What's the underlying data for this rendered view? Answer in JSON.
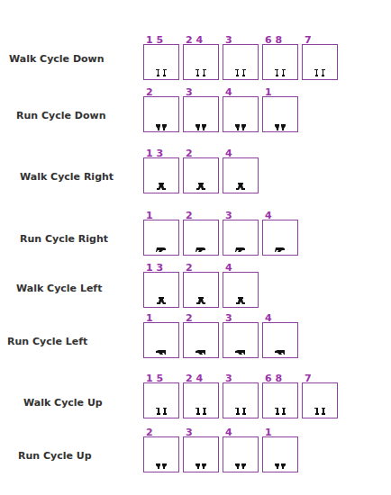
{
  "diagram": {
    "nodes": [
      {
        "text": [
          "1 5"
        ]
      },
      {
        "text": [
          "2 4"
        ]
      },
      {
        "text": [
          "3"
        ]
      },
      {
        "text": [
          "6 8"
        ]
      },
      {
        "text": [
          "7"
        ]
      },
      {
        "text": [
          "2"
        ]
      },
      {
        "text": [
          "3"
        ]
      },
      {
        "text": [
          "4"
        ]
      },
      {
        "text": [
          "1"
        ]
      },
      {
        "text": [
          "1 3"
        ]
      },
      {
        "text": [
          "2"
        ]
      },
      {
        "text": [
          "4"
        ]
      },
      {
        "text": [
          "1"
        ]
      },
      {
        "text": [
          "2"
        ]
      },
      {
        "text": [
          "3"
        ]
      },
      {
        "text": [
          "4"
        ]
      },
      {
        "text": [
          "1 3"
        ]
      },
      {
        "text": [
          "2"
        ]
      },
      {
        "text": [
          "4"
        ]
      },
      {
        "text": [
          "1"
        ]
      },
      {
        "text": [
          "2"
        ]
      },
      {
        "text": [
          "3"
        ]
      },
      {
        "text": [
          "4"
        ]
      },
      {
        "text": [
          "1 5"
        ]
      },
      {
        "text": [
          "2 4"
        ]
      },
      {
        "text": [
          "3"
        ]
      },
      {
        "text": [
          "6 8"
        ]
      },
      {
        "text": [
          "7"
        ]
      },
      {
        "text": [
          "2"
        ]
      },
      {
        "text": [
          "3"
        ]
      },
      {
        "text": [
          "4"
        ]
      },
      {
        "text": [
          "1"
        ]
      }
    ],
    "labels": [
      "Walk Cycle Down",
      "Run Cycle Down",
      "Walk Cycle Right",
      "Run Cycle Right",
      "Walk Cycle Left",
      "Run Cycle Left",
      "Walk Cycle Up",
      "Run Cycle Up"
    ]
  }
}
